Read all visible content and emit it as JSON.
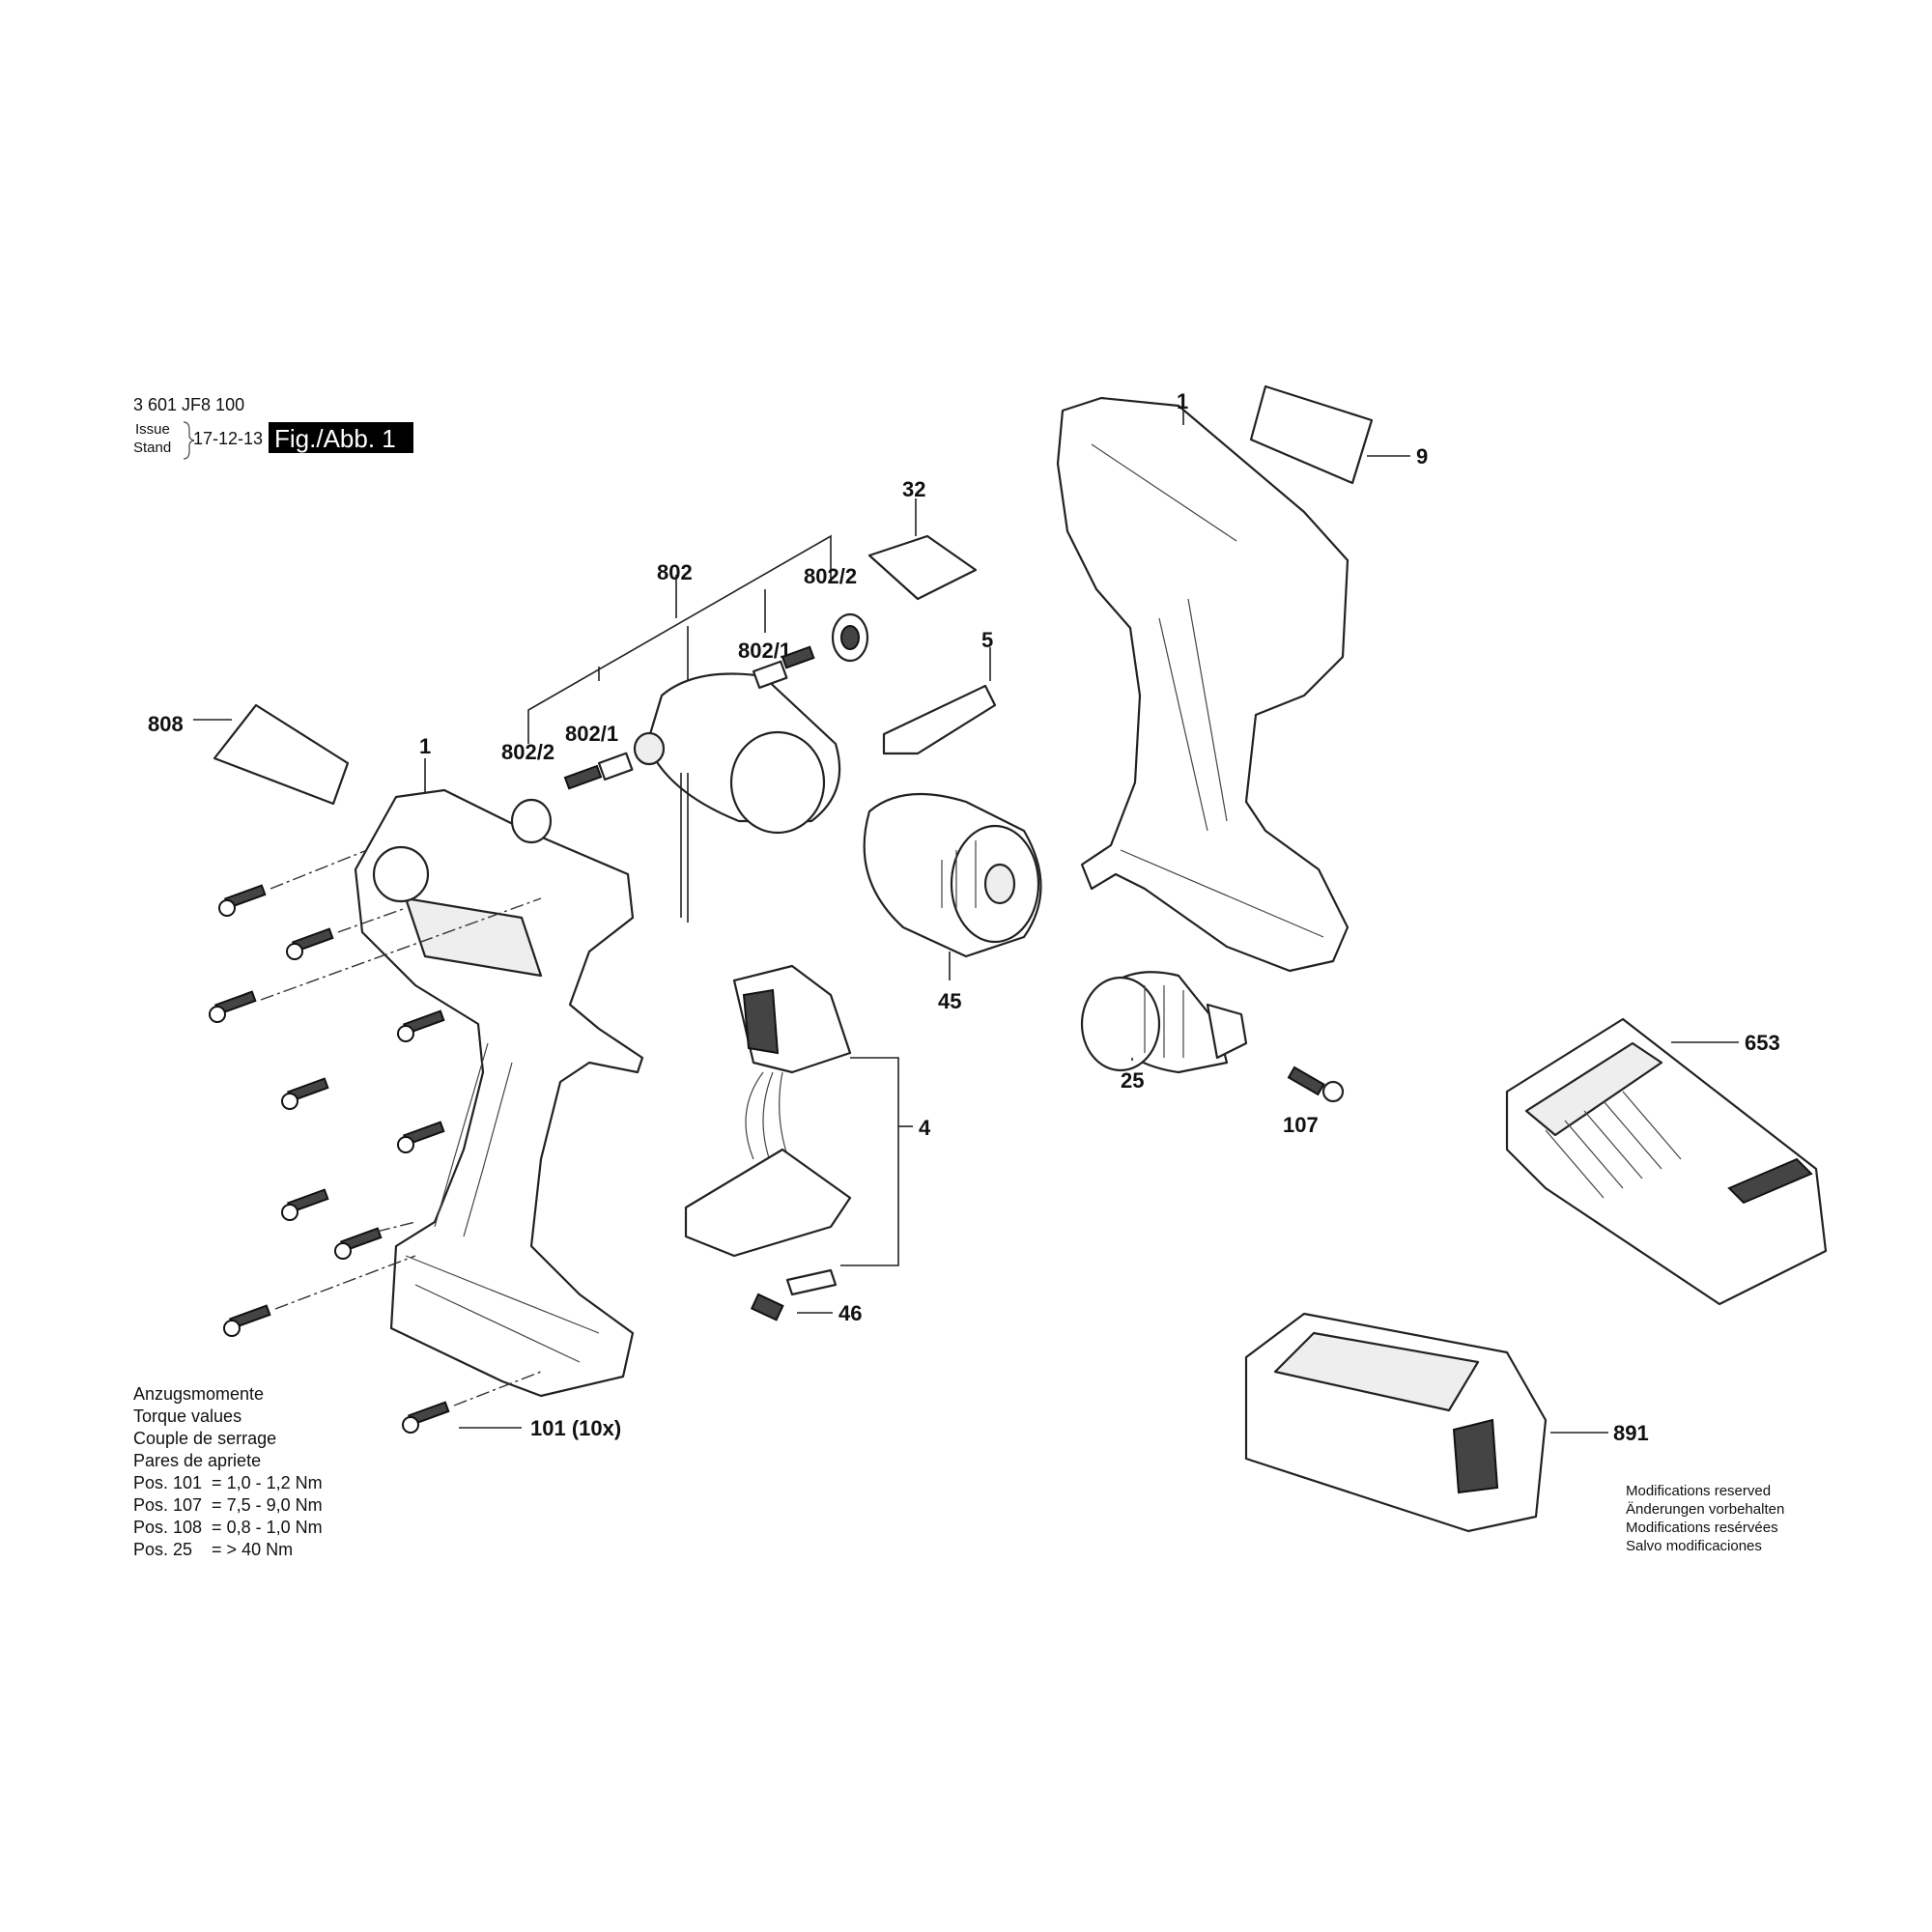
{
  "header": {
    "part_number": "3 601 JF8 100",
    "issue_label": "Issue",
    "stand_label": "Stand",
    "date": "17-12-13",
    "figure": "Fig./Abb. 1"
  },
  "callouts": {
    "housing_right": "1",
    "label_9": "9",
    "part_32": "32",
    "motor_802": "802",
    "bearing_802_2_top": "802/2",
    "brush_802_1_top": "802/1",
    "switch_5": "5",
    "label_808": "808",
    "housing_left": "1",
    "bearing_802_2_left": "802/2",
    "brush_802_1_left": "802/1",
    "gearbox_45": "45",
    "charger_653": "653",
    "switch_4": "4",
    "chuck_25": "25",
    "screw_107": "107",
    "spring_46": "46",
    "screw_101": "101 (10x)",
    "battery_891": "891"
  },
  "torque": {
    "lines": [
      "Anzugsmomente",
      "Torque values",
      "Couple de serrage",
      "Pares de apriete"
    ],
    "values": [
      "Pos. 101  = 1,0 - 1,2 Nm",
      "Pos. 107  = 7,5 - 9,0 Nm",
      "Pos. 108  = 0,8 - 1,0 Nm",
      "Pos. 25    = > 40 Nm"
    ]
  },
  "notice": [
    "Modifications reserved",
    "Änderungen vorbehalten",
    "Modifications resérvées",
    "Salvo modificaciones"
  ]
}
